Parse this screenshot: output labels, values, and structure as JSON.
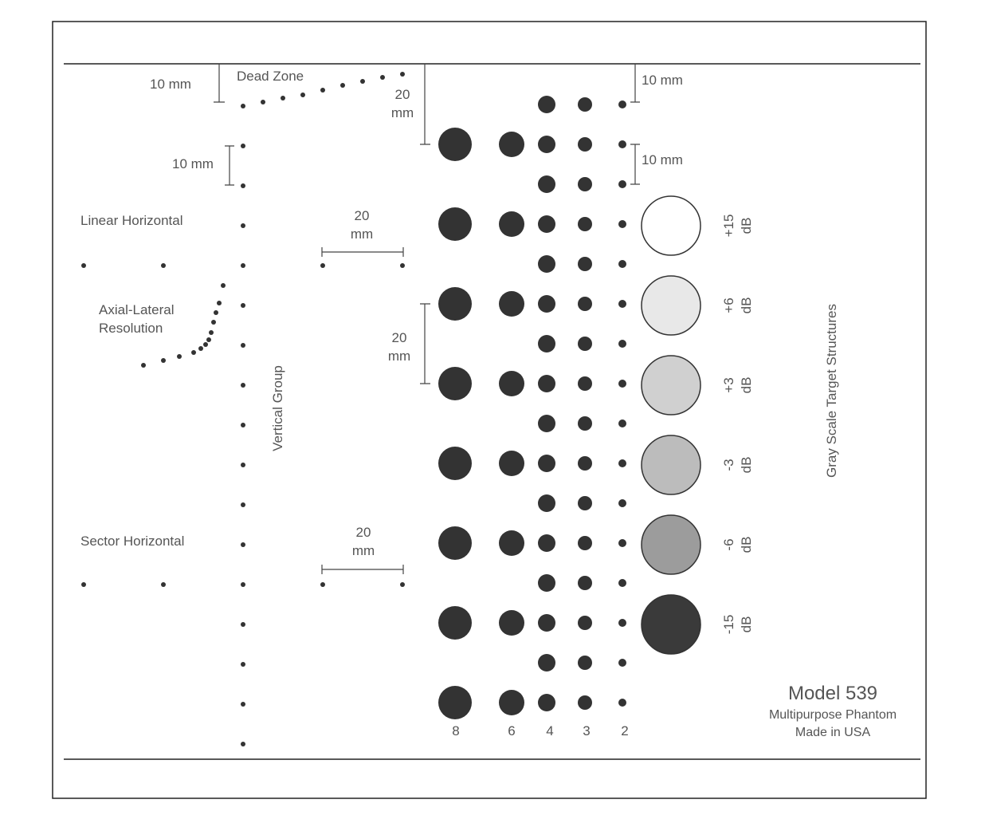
{
  "labels": {
    "dead_zone": "Dead Zone",
    "dim_10mm_top_left": "10 mm",
    "dim_10mm_left": "10 mm",
    "dim_10mm_top_right": "10 mm",
    "dim_10mm_right": "10 mm",
    "dim_20_top": "20",
    "dim_mm_top": "mm",
    "dim_20_linear": "20",
    "dim_mm_linear": "mm",
    "dim_20_mid": "20",
    "dim_mm_mid": "mm",
    "dim_20_sector": "20",
    "dim_mm_sector": "mm",
    "linear_horizontal": "Linear Horizontal",
    "axial_lateral_line1": "Axial-Lateral",
    "axial_lateral_line2": "Resolution",
    "vertical_group": "Vertical Group",
    "sector_horizontal": "Sector Horizontal",
    "gray_scale": "Gray Scale Target Structures"
  },
  "column_labels": [
    "8",
    "6",
    "4",
    "3",
    "2"
  ],
  "gray_targets": [
    {
      "value": "+15",
      "unit": "dB",
      "fill": "#ffffff"
    },
    {
      "value": "+6",
      "unit": "dB",
      "fill": "#e8e8e8"
    },
    {
      "value": "+3",
      "unit": "dB",
      "fill": "#d0d0d0"
    },
    {
      "value": "-3",
      "unit": "dB",
      "fill": "#bcbcbc"
    },
    {
      "value": "-6",
      "unit": "dB",
      "fill": "#9c9c9c"
    },
    {
      "value": "-15",
      "unit": "dB",
      "fill": "#3a3a3a"
    }
  ],
  "model": {
    "name": "Model 539",
    "subtitle": "Multipurpose Phantom",
    "origin": "Made in USA"
  },
  "colors": {
    "ink": "#333333",
    "text": "#555555",
    "frame": "#222222"
  }
}
